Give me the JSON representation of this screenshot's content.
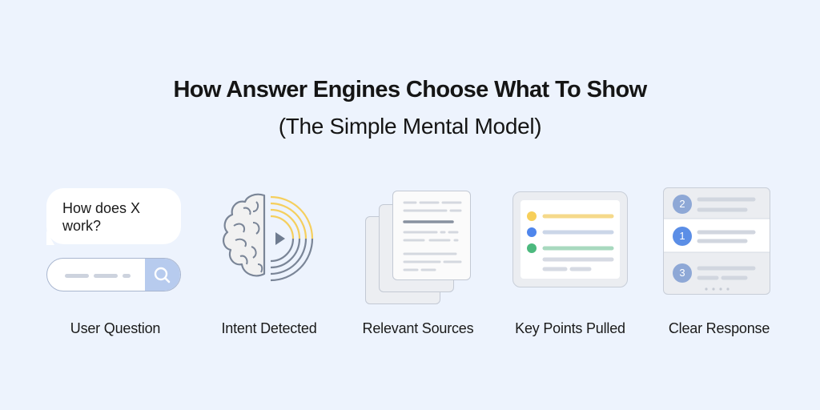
{
  "header": {
    "title": "How Answer Engines Choose What To Show",
    "subtitle": "(The Simple Mental Model)"
  },
  "steps": [
    {
      "label": "User Question",
      "icon": "chat-bubble-search-icon",
      "bubble_text": "How does X work?"
    },
    {
      "label": "Intent Detected",
      "icon": "brain-signal-icon"
    },
    {
      "label": "Relevant Sources",
      "icon": "stacked-documents-icon"
    },
    {
      "label": "Key Points Pulled",
      "icon": "highlighted-list-icon",
      "dot_colors": [
        "#f7cf5a",
        "#4f86ec",
        "#4cb97e"
      ]
    },
    {
      "label": "Clear Response",
      "icon": "ranked-results-icon",
      "ranks": [
        "2",
        "1",
        "3"
      ]
    }
  ],
  "colors": {
    "background": "#edf3fd",
    "accent_blue": "#5b8ee6",
    "accent_yellow": "#f5cf5e",
    "muted_blue": "#8ea8d6",
    "line_gray": "#7a8597"
  }
}
